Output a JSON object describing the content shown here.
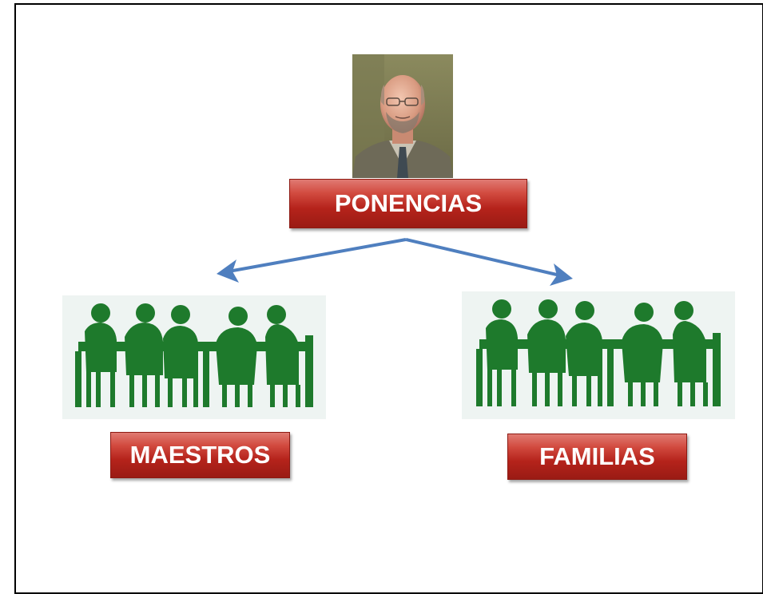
{
  "nodes": {
    "ponencias": "PONENCIAS",
    "maestros": "MAESTROS",
    "familias": "FAMILIAS"
  },
  "colors": {
    "label_red": "#c0281f",
    "arrow_blue": "#4f7fbf",
    "silhouette_green": "#1e7a2c",
    "group_bg": "#eef4f2"
  },
  "icons": {
    "speaker": "speaker-photo",
    "teachers": "meeting-group-silhouette",
    "families": "meeting-group-silhouette"
  }
}
